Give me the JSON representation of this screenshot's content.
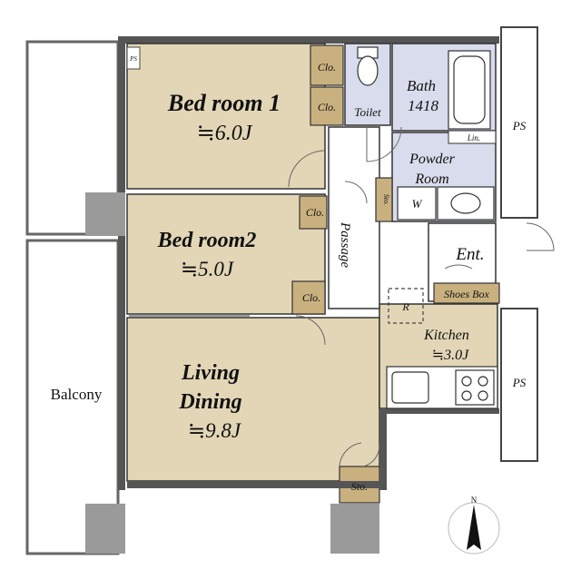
{
  "colors": {
    "room": "#e3d6b6",
    "wet": "#d8dcec",
    "closet": "#c9b07f",
    "column": "#9a9a9a",
    "wall": "#555555",
    "white": "#ffffff"
  },
  "rooms": {
    "bedroom1": {
      "name": "Bed room 1",
      "size": "≒6.0J"
    },
    "bedroom2": {
      "name": "Bed room2",
      "size": "≒5.0J"
    },
    "living": {
      "name1": "Living",
      "name2": "Dining",
      "size": "≒9.8J"
    },
    "kitchen": {
      "name": "Kitchen",
      "size": "≒3.0J"
    },
    "bath": {
      "name": "Bath",
      "code": "1418"
    },
    "toilet": "Toilet",
    "powder": {
      "line1": "Powder",
      "line2": "Room"
    },
    "entrance": "Ent.",
    "passage": "Passage",
    "balcony": "Balcony",
    "shoes_box": "Shoes Box"
  },
  "labels": {
    "clo": "Clo.",
    "sto": "Sto.",
    "ps": "PS",
    "lin": "Lin.",
    "w": "W",
    "r": "R",
    "north": "N"
  }
}
